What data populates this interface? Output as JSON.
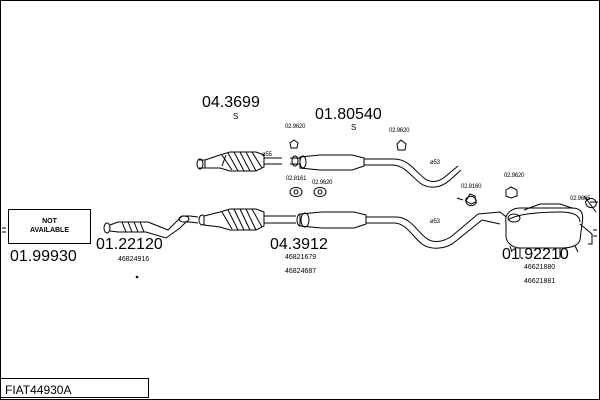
{
  "footer": {
    "code": "FIAT44930A"
  },
  "not_available": "NOT\nAVAILABLE",
  "parts": {
    "p_01_99930": "01.99930",
    "p_01_22120": "01.22120",
    "p_46824916": "46824916",
    "p_04_3699": "04.3699",
    "p_04_3699_s": "S",
    "p_01_80540": "01.80540",
    "p_01_80540_s": "S",
    "p_04_3912": "04.3912",
    "p_46821679": "46821679",
    "p_46824687": "46824687",
    "p_01_92210": "01.92210",
    "p_46621880": "46621880",
    "p_46621881": "46621881",
    "c_02_9620_a": "02.9620",
    "c_02_9620_b": "02.9620",
    "c_02_8161": "02.8161",
    "c_02_9620_c": "02.9620",
    "c_02_8160": "02.8160",
    "c_02_9620_d": "02.9620",
    "c_02_9665": "02.9665",
    "d_55": "ø55",
    "d_53_a": "ø53",
    "d_53_b": "ø53"
  }
}
